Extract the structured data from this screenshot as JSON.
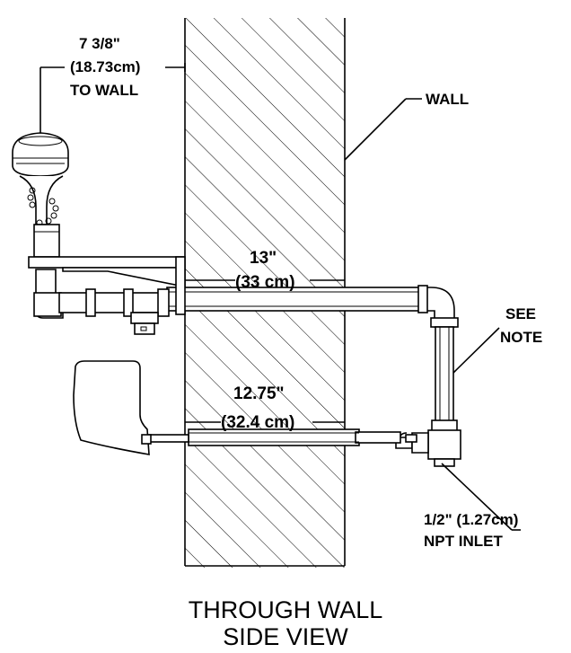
{
  "labels": {
    "dim_to_wall_1": "7 3/8\"",
    "dim_to_wall_2": "(18.73cm)",
    "dim_to_wall_3": "TO WALL",
    "wall": "WALL",
    "dim_upper_1": "13\"",
    "dim_upper_2": "(33 cm)",
    "see_note_1": "SEE",
    "see_note_2": "NOTE",
    "dim_lower_1": "12.75\"",
    "dim_lower_2": "(32.4 cm)",
    "inlet_1": "1/2\" (1.27cm)",
    "inlet_2": "NPT INLET"
  },
  "title": {
    "line1": "THROUGH WALL",
    "line2": "SIDE VIEW"
  }
}
